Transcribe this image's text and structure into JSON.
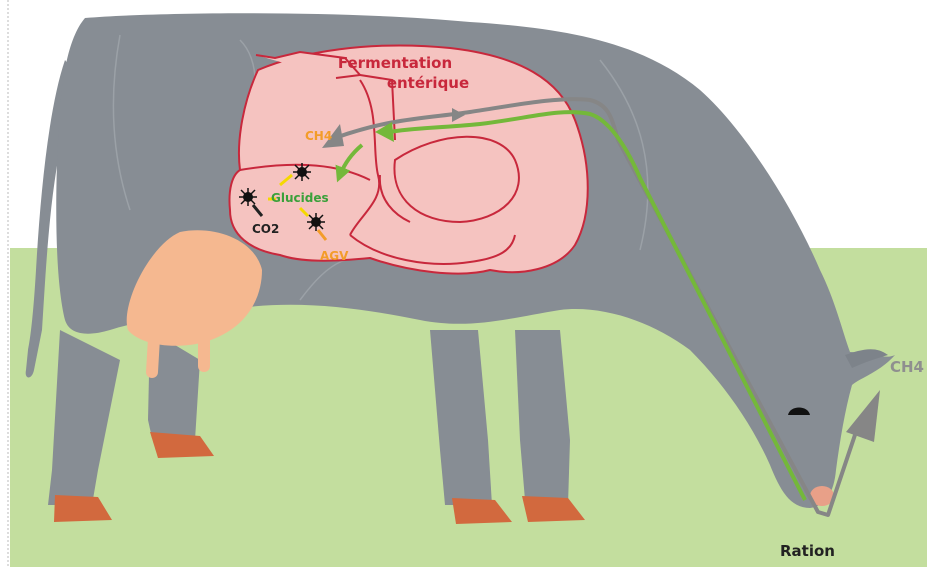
{
  "labels": {
    "fermentation_line1": "Fermentation",
    "fermentation_line2": "entérique",
    "ch4_inside": "CH4",
    "glucides": "Glucides",
    "co2": "CO2",
    "agv": "AGV",
    "ch4_outside": "CH4",
    "ration": "Ration"
  },
  "colors": {
    "background": "#ffffff",
    "grass": "#c3de9e",
    "cow_body": "#878d94",
    "cow_outline": "#9ba1a7",
    "stomach_fill": "#f5c3c0",
    "stomach_outline": "#c8283c",
    "udder": "#f5b890",
    "hooves": "#d2693e",
    "muzzle": "#e8a088",
    "gas_arrow": "#868686",
    "feed_arrow": "#74b83a",
    "fermentation_text": "#c8283c",
    "ch4_inside_text": "#f39c2a",
    "glucides_text": "#3aa03a",
    "co2_text": "#222222",
    "agv_text": "#f39c2a",
    "ch4_outside_text": "#8f8f8f",
    "ration_text": "#222222",
    "microbe": "#111111",
    "small_arrow_yellow": "#f5d800"
  },
  "icons": [
    "cow-silhouette",
    "rumen-diagram",
    "microbe-icon",
    "eye-icon"
  ]
}
